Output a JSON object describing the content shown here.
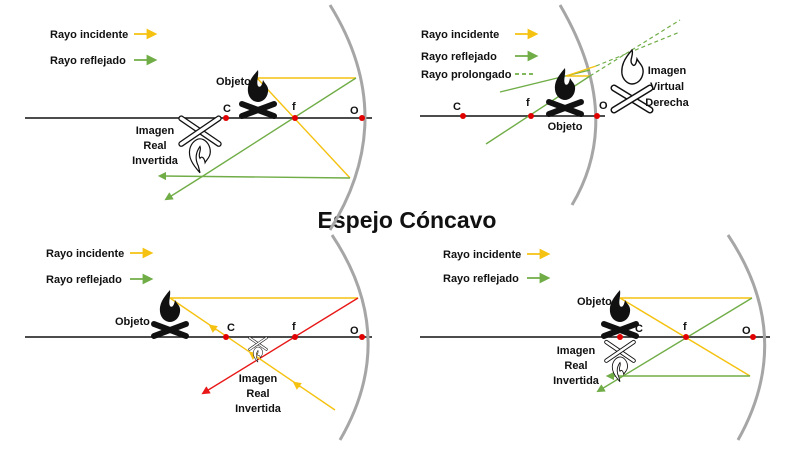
{
  "title": "Espejo Cóncavo",
  "colors": {
    "incident": "#f5c211",
    "reflected": "#70ad47",
    "extended": "#70ad47",
    "red_ray": "#e81818",
    "mirror": "#a6a6a6",
    "axis": "#111111",
    "point": "#e00000"
  },
  "legend": {
    "incident": "Rayo incidente",
    "reflected": "Rayo reflejado",
    "extended": "Rayo prolongado"
  },
  "points": {
    "center": "C",
    "focus": "f",
    "vertex": "O"
  },
  "labels": {
    "object": "Objeto",
    "real_image": [
      "Imagen",
      "Real",
      "Invertida"
    ],
    "virtual_image": [
      "Imagen",
      "Virtual",
      "Derecha"
    ]
  },
  "icons": [
    "campfire-icon",
    "inverted-campfire-icon"
  ]
}
